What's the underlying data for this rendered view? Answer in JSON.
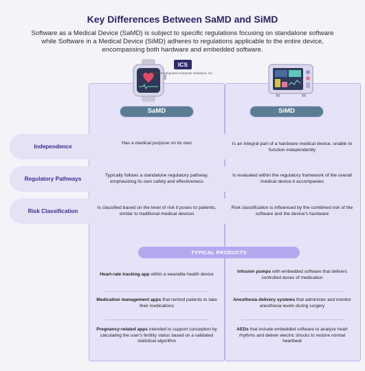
{
  "header": {
    "title": "Key Differences Between SaMD and SiMD",
    "subtitle": "Software as a Medical Device (SaMD) is subject to specific regulations focusing on standalone software while Software in a Medical Device (SiMD) adheres to regulations applicable to the entire device, encompassing both hardware and embedded software."
  },
  "logo": {
    "text": "ICS",
    "copyright": "© 2024 Integrated Computer Solutions, Inc."
  },
  "columns": {
    "left": "SaMD",
    "right": "SiMD"
  },
  "rows": [
    {
      "label": "Independence",
      "samd": "Has a medical purpose on its own",
      "simd": "Is an integral part of a hardware medical device, unable to function independently"
    },
    {
      "label": "Regulatory Pathways",
      "samd": "Typically follows a standalone regulatory pathway, emphasizing its own safety and effectiveness",
      "simd": "Is evaluated within the regulatory framework of the overall medical device it accompanies"
    },
    {
      "label": "Risk Classification",
      "samd": "Is classified based on the level of risk it poses to patients, similar to traditional medical devices",
      "simd": "Risk classification is influenced by the combined risk of the software and the device's hardware"
    }
  ],
  "typical_products": {
    "heading": "TYPICAL PRODUCTS",
    "samd": [
      {
        "bold": "Heart-rate tracking app",
        "rest": " within a wearable health device"
      },
      {
        "bold": "Medication management apps",
        "rest": " that remind patients to take their medications"
      },
      {
        "bold": "Pregnancy-related apps",
        "rest": " intended to support conception by calculating the user's fertility status based on a validated statistical algorithm"
      }
    ],
    "simd": [
      {
        "bold": "Infusion pumps",
        "rest": " with embedded software that delivers controlled doses of medication"
      },
      {
        "bold": "Anesthesia delivery systems",
        "rest": " that administer and monitor anesthesia levels during surgery"
      },
      {
        "bold": "AEDs",
        "rest": " that include embedded software to analyze heart rhythms and deliver electric shocks to restore normal heartbeat"
      }
    ]
  },
  "colors": {
    "title": "#2b2360",
    "column_bg": "#e6e3f8",
    "column_border": "#b9b2e6",
    "tag_bg": "#5b7d94",
    "row_label": "#3a2f8c",
    "typical_bar": "#b4a9ee"
  },
  "icons": {
    "samd": "smartwatch-heart-icon",
    "simd": "medical-monitor-device-icon"
  }
}
